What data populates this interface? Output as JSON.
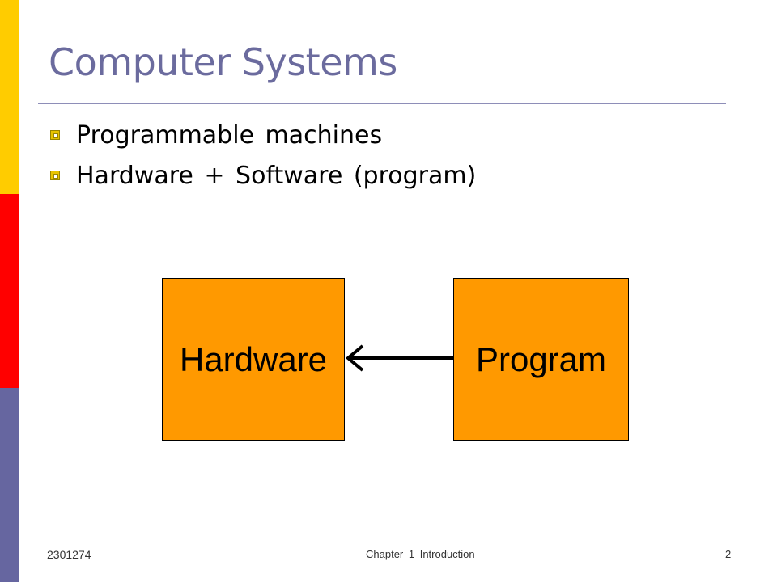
{
  "slide": {
    "title": "Computer Systems",
    "bullets": [
      "Programmable machines",
      "Hardware + Software (program)"
    ],
    "diagram": {
      "left_box": "Hardware",
      "right_box": "Program",
      "arrow_direction": "right-to-left"
    },
    "footer": {
      "course_code": "2301274",
      "chapter": "Chapter 1   Introduction",
      "page_number": "2"
    }
  },
  "colors": {
    "stripe_top": "#ffcc00",
    "stripe_middle": "#ff0000",
    "stripe_bottom": "#6666a0",
    "title": "#6b6b9e",
    "box_fill": "#ff9900",
    "bullet_marker": "#e8c400"
  }
}
